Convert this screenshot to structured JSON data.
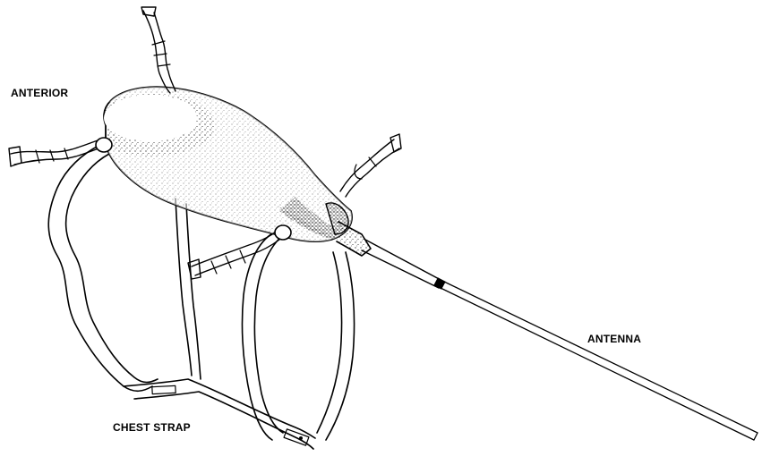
{
  "labels": {
    "anterior": "ANTERIOR",
    "antenna": "ANTENNA",
    "chest_strap": "CHEST STRAP"
  },
  "colors": {
    "ink": "#000000",
    "background": "#ffffff"
  }
}
